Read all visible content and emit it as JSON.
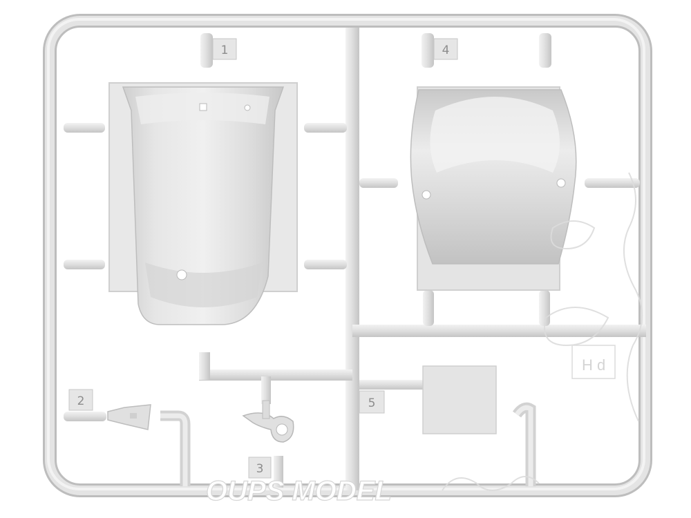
{
  "photo": {
    "subject": "sprue",
    "part_numbers": [
      "1",
      "2",
      "3",
      "4",
      "5"
    ],
    "watermark_text": "OUPS MODEL",
    "watermark_logo_text": "H d",
    "colors": {
      "background": "#ffffff",
      "plastic": "#e2e2e2",
      "plastic_shadow": "#c9c9c9",
      "plastic_highlight": "#f1f1f1"
    }
  }
}
